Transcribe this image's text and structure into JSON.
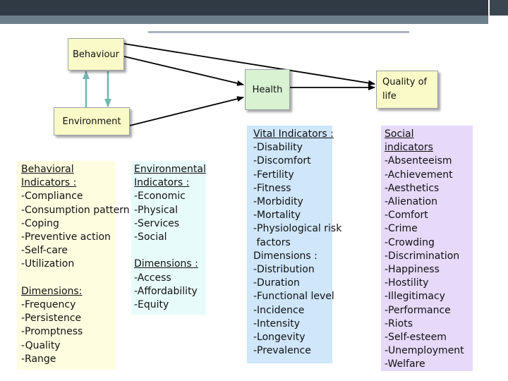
{
  "nodes": {
    "behaviour": "Behaviour",
    "health": "Health",
    "quality_of_life": [
      "Quality of",
      "life"
    ],
    "environment": "Environment"
  },
  "behavioral_panel": {
    "title": [
      "Behavioral",
      "Indicators :"
    ],
    "items": [
      "-Compliance",
      "-Consumption pattern",
      "-Coping",
      "-Preventive action",
      "-Self-care",
      "-Utilization"
    ],
    "dimensions_title": "Dimensions:",
    "dimensions": [
      "-Frequency",
      "-Persistence",
      "-Promptness",
      "-Quality",
      "-Range"
    ]
  },
  "environmental_panel": {
    "title": [
      "Environmental",
      "Indicators :"
    ],
    "items": [
      "-Economic",
      "-Physical",
      "-Services",
      "-Social"
    ],
    "dimensions_title": "Dimensions :",
    "dimensions": [
      "-Access",
      "-Affordability",
      "-Equity"
    ]
  },
  "vital_panel": {
    "title": "Vital Indicators :",
    "items": [
      "-Disability",
      "-Discomfort",
      "-Fertility",
      "-Fitness",
      "-Morbidity",
      "-Mortality",
      "-Physiological risk",
      " factors"
    ],
    "dimensions_title": "Dimensions :",
    "dimensions": [
      "-Distribution",
      "-Duration",
      "-Functional level",
      "-Incidence",
      "-Intensity",
      "-Longevity",
      "-Prevalence"
    ]
  },
  "social_panel": {
    "title": [
      "Social",
      "indicators"
    ],
    "items": [
      "-Absenteeism",
      "-Achievement",
      "-Aesthetics",
      "-Alienation",
      "-Comfort",
      "-Crime",
      "-Crowding",
      "-Discrimination",
      "-Happiness",
      "-Hostility",
      "-Illegitimacy",
      "-Performance",
      "-Riots",
      "-Self-esteem",
      "-Unemployment",
      "-Welfare"
    ]
  },
  "colors": {
    "arrow_black": "#000000",
    "arrow_teal": "#6fb7b0",
    "node_yellow": "#fafac8",
    "node_green": "#d9f2d2",
    "panel_yellow": "#fffde0",
    "panel_cyan": "#e8fbfb",
    "panel_blue": "#cfe6fb",
    "panel_purple": "#e6d9fa"
  }
}
